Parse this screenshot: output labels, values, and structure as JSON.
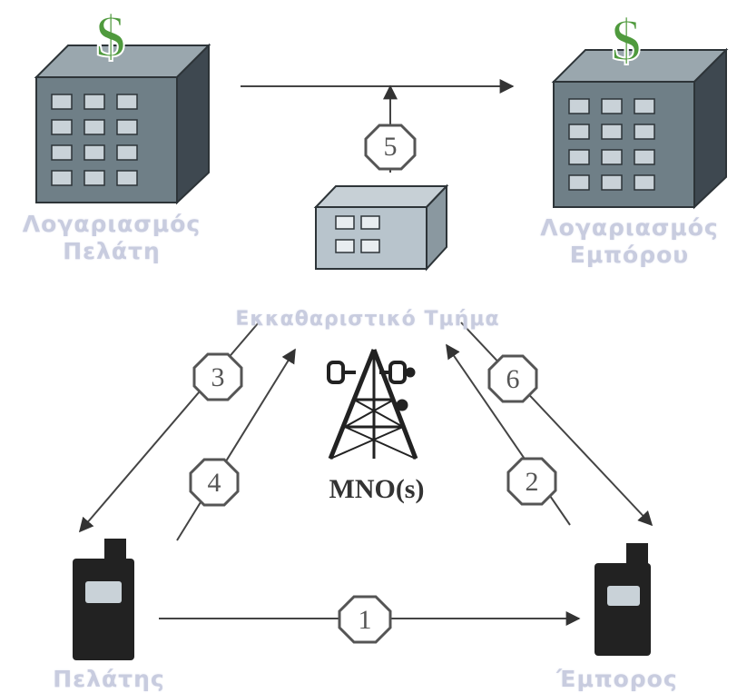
{
  "labels": {
    "customer_account_line1": "Λογαριασμός",
    "customer_account_line2": "Πελάτη",
    "merchant_account_line1": "Λογαριασμός",
    "merchant_account_line2": "Εμπόρου",
    "central_bank": "Εκκαθαριστικό Τμήμα",
    "customer": "Πελάτης",
    "merchant": "Έμπορος",
    "mno": "MNO(s)"
  },
  "steps": {
    "s1": "1",
    "s2": "2",
    "s3": "3",
    "s4": "4",
    "s5": "5",
    "s6": "6"
  },
  "icons": {
    "money": "$"
  },
  "colors": {
    "building_front": "#6f7f87",
    "building_side": "#3e4850",
    "building_top": "#9aa7ae",
    "window": "#c9d2d8",
    "dollar": "#4f9a3d",
    "phone": "#222222",
    "phone_screen": "#c9d2d8",
    "label": "#c8ccdf",
    "line": "#444444"
  }
}
